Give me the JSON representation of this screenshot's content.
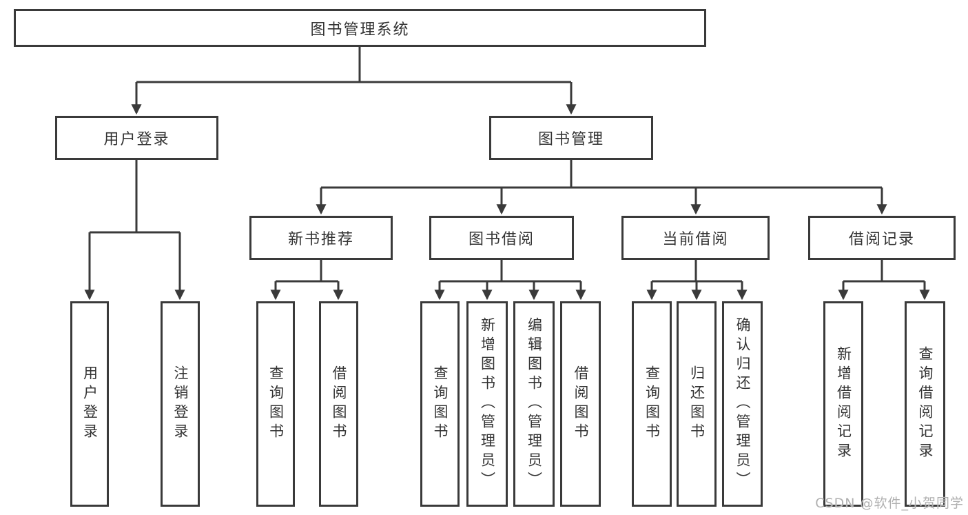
{
  "tree": {
    "root": "图书管理系统",
    "children": [
      {
        "label": "用户登录",
        "children": [
          "用户登录",
          "注销登录"
        ]
      },
      {
        "label": "图书管理",
        "children": [
          {
            "label": "新书推荐",
            "children": [
              "查询图书",
              "借阅图书"
            ]
          },
          {
            "label": "图书借阅",
            "children": [
              "查询图书",
              "新增图书（管理员）",
              "编辑图书（管理员）",
              "借阅图书"
            ]
          },
          {
            "label": "当前借阅",
            "children": [
              "查询图书",
              "归还图书",
              "确认归还（管理员）"
            ]
          },
          {
            "label": "借阅记录",
            "children": [
              "新增借阅记录",
              "查询借阅记录"
            ]
          }
        ]
      }
    ]
  },
  "watermark": "CSDN @软件_小贺同学",
  "colors": {
    "line": "#3a3a3a",
    "text": "#333333",
    "watermark": "#b0b0b0",
    "background": "#ffffff"
  }
}
